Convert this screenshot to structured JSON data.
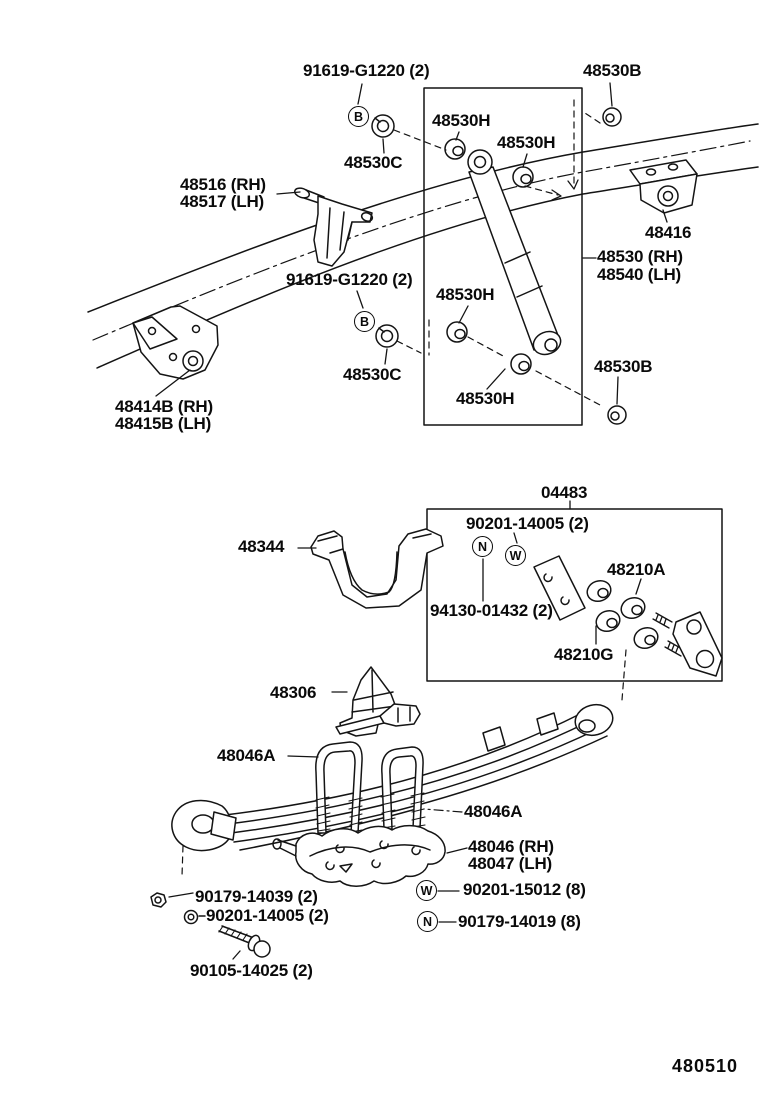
{
  "colors": {
    "background": "#ffffff",
    "line": "#141414",
    "text": "#0a0a0a"
  },
  "figure_code": "480510",
  "symbols": {
    "bolt": "B",
    "washer": "W",
    "nut": "N"
  },
  "labels": {
    "nut_g1220_top": "91619-G1220 (2)",
    "grommet_48530b_top": "48530B",
    "cushion_48530h_1": "48530H",
    "cushion_48530h_2": "48530H",
    "retainer_48530c_top": "48530C",
    "spacer_48516_rh": "48516 (RH)",
    "spacer_48517_lh": "48517 (LH)",
    "bracket_48416": "48416",
    "shock_48530_rh": "48530 (RH)",
    "shock_48540_lh": "48540 (LH)",
    "nut_g1220_2": "91619-G1220 (2)",
    "cushion_48530h_3": "48530H",
    "retainer_48530c_2": "48530C",
    "grommet_48530b_2": "48530B",
    "cushion_48530h_4": "48530H",
    "bracket_48414b_rh": "48414B (RH)",
    "bracket_48415b_lh": "48415B (LH)",
    "kit_04483": "04483",
    "nut_90201_14005_box": "90201-14005 (2)",
    "spacer_48344": "48344",
    "bush_48210a": "48210A",
    "plate_94130": "94130-01432 (2)",
    "bush_48210g": "48210G",
    "bumper_48306": "48306",
    "ubolt_48046a_1": "48046A",
    "ubolt_48046a_2": "48046A",
    "seat_48046_rh": "48046 (RH)",
    "seat_48047_lh": "48047 (LH)",
    "nut_90179_14039": "90179-14039 (2)",
    "washer_90201_14005": "90201-14005 (2)",
    "washer_90201_15012": "90201-15012 (8)",
    "nut_90179_14019": "90179-14019 (8)",
    "bolt_90105_14025": "90105-14025 (2)"
  }
}
